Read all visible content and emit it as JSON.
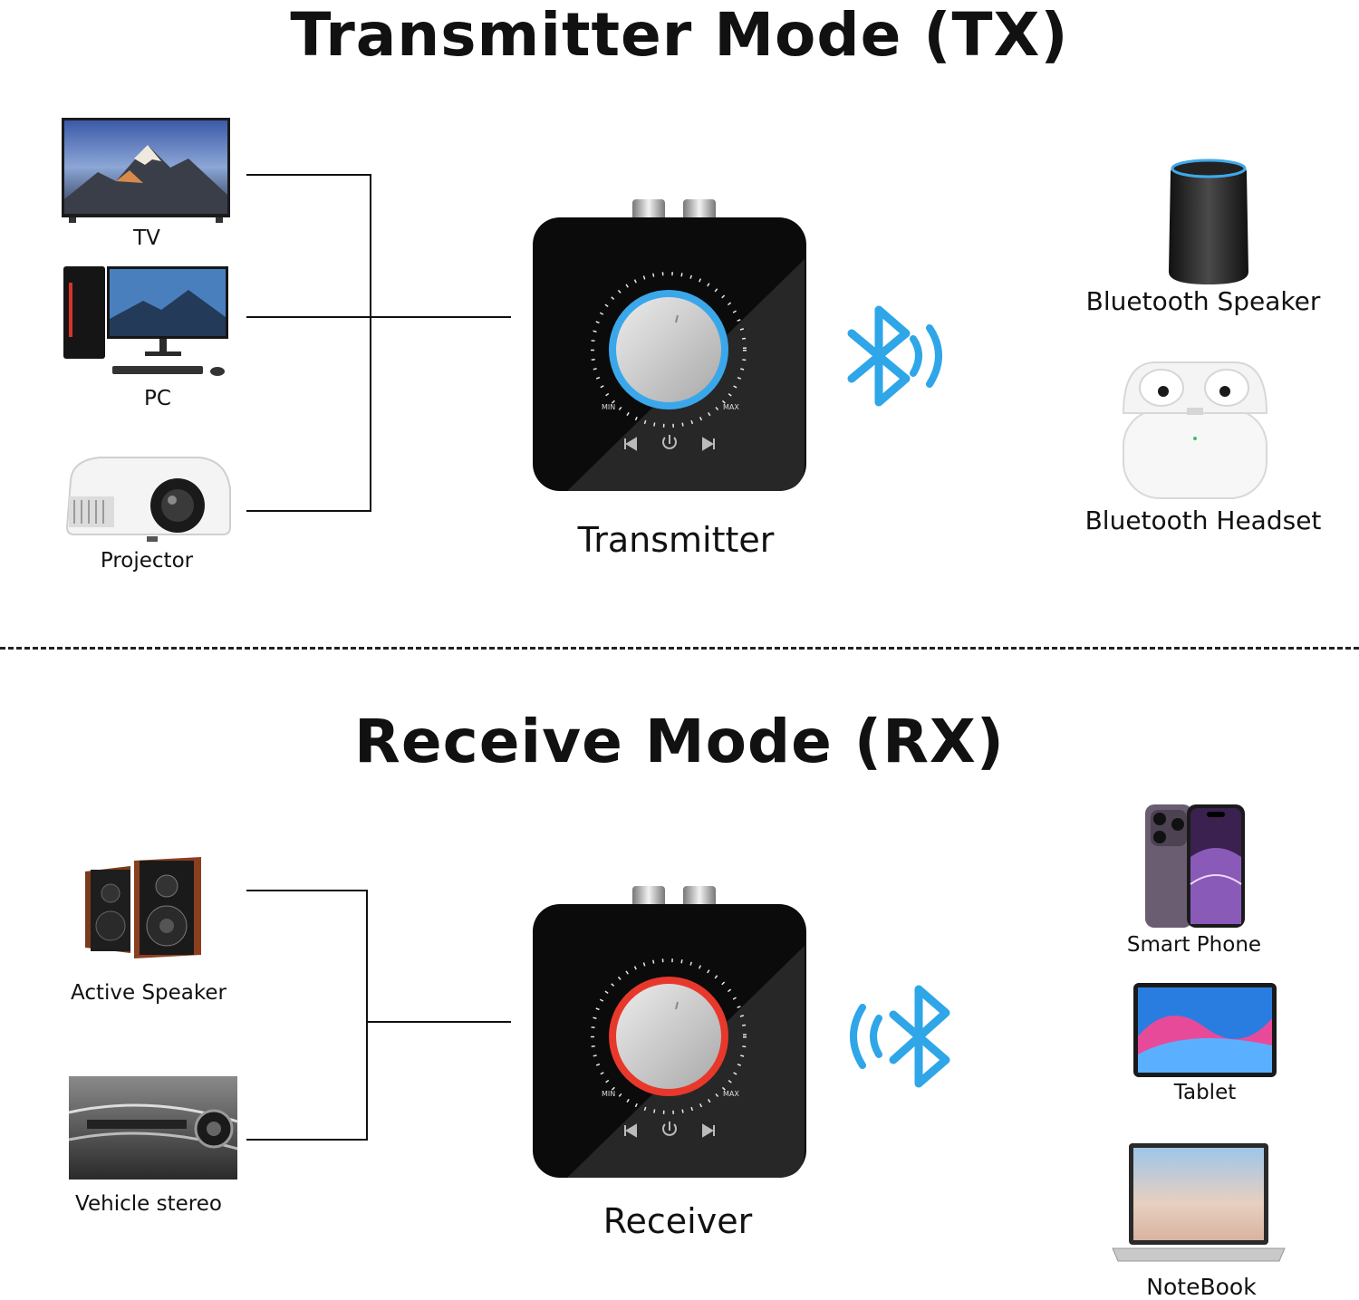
{
  "tx": {
    "title": "Transmitter Mode (TX)",
    "sources": [
      "TV",
      "PC",
      "Projector"
    ],
    "device_label": "Transmitter",
    "targets": [
      "Bluetooth Speaker",
      "Bluetooth Headset"
    ],
    "ring_color": "#3aa7ea"
  },
  "rx": {
    "title": "Receive Mode (RX)",
    "outputs": [
      "Active Speaker",
      "Vehicle stereo"
    ],
    "device_label": "Receiver",
    "sources": [
      "Smart Phone",
      "Tablet",
      "NoteBook"
    ],
    "ring_color": "#e8382c"
  },
  "device": {
    "min": "MIN",
    "max": "MAX"
  },
  "colors": {
    "bluetooth": "#2ea6e8",
    "line": "#111111"
  }
}
